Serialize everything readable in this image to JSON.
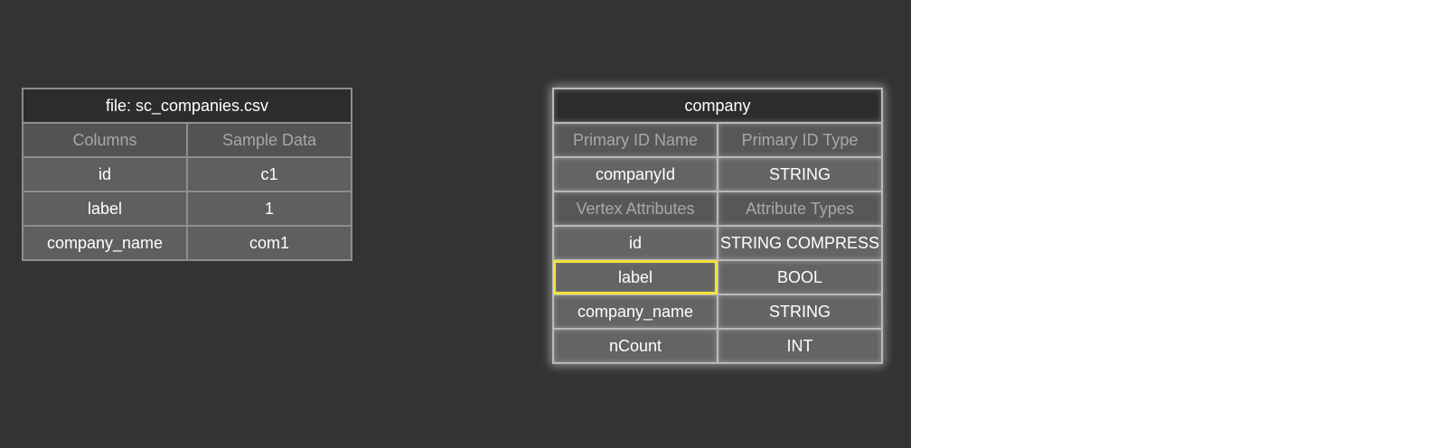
{
  "source_table": {
    "title": "file: sc_companies.csv",
    "headers": [
      "Columns",
      "Sample Data"
    ],
    "rows": [
      [
        "id",
        "c1"
      ],
      [
        "label",
        "1"
      ],
      [
        "company_name",
        "com1"
      ]
    ]
  },
  "vertex_table": {
    "title": "company",
    "primary_id_headers": [
      "Primary ID Name",
      "Primary ID Type"
    ],
    "primary_id_row": [
      "companyId",
      "STRING"
    ],
    "attribute_headers": [
      "Vertex Attributes",
      "Attribute Types"
    ],
    "attributes": [
      [
        "id",
        "STRING COMPRESS"
      ],
      [
        "label",
        "BOOL"
      ],
      [
        "company_name",
        "STRING"
      ],
      [
        "nCount",
        "INT"
      ]
    ]
  },
  "highlight_color": "#f2e23a"
}
